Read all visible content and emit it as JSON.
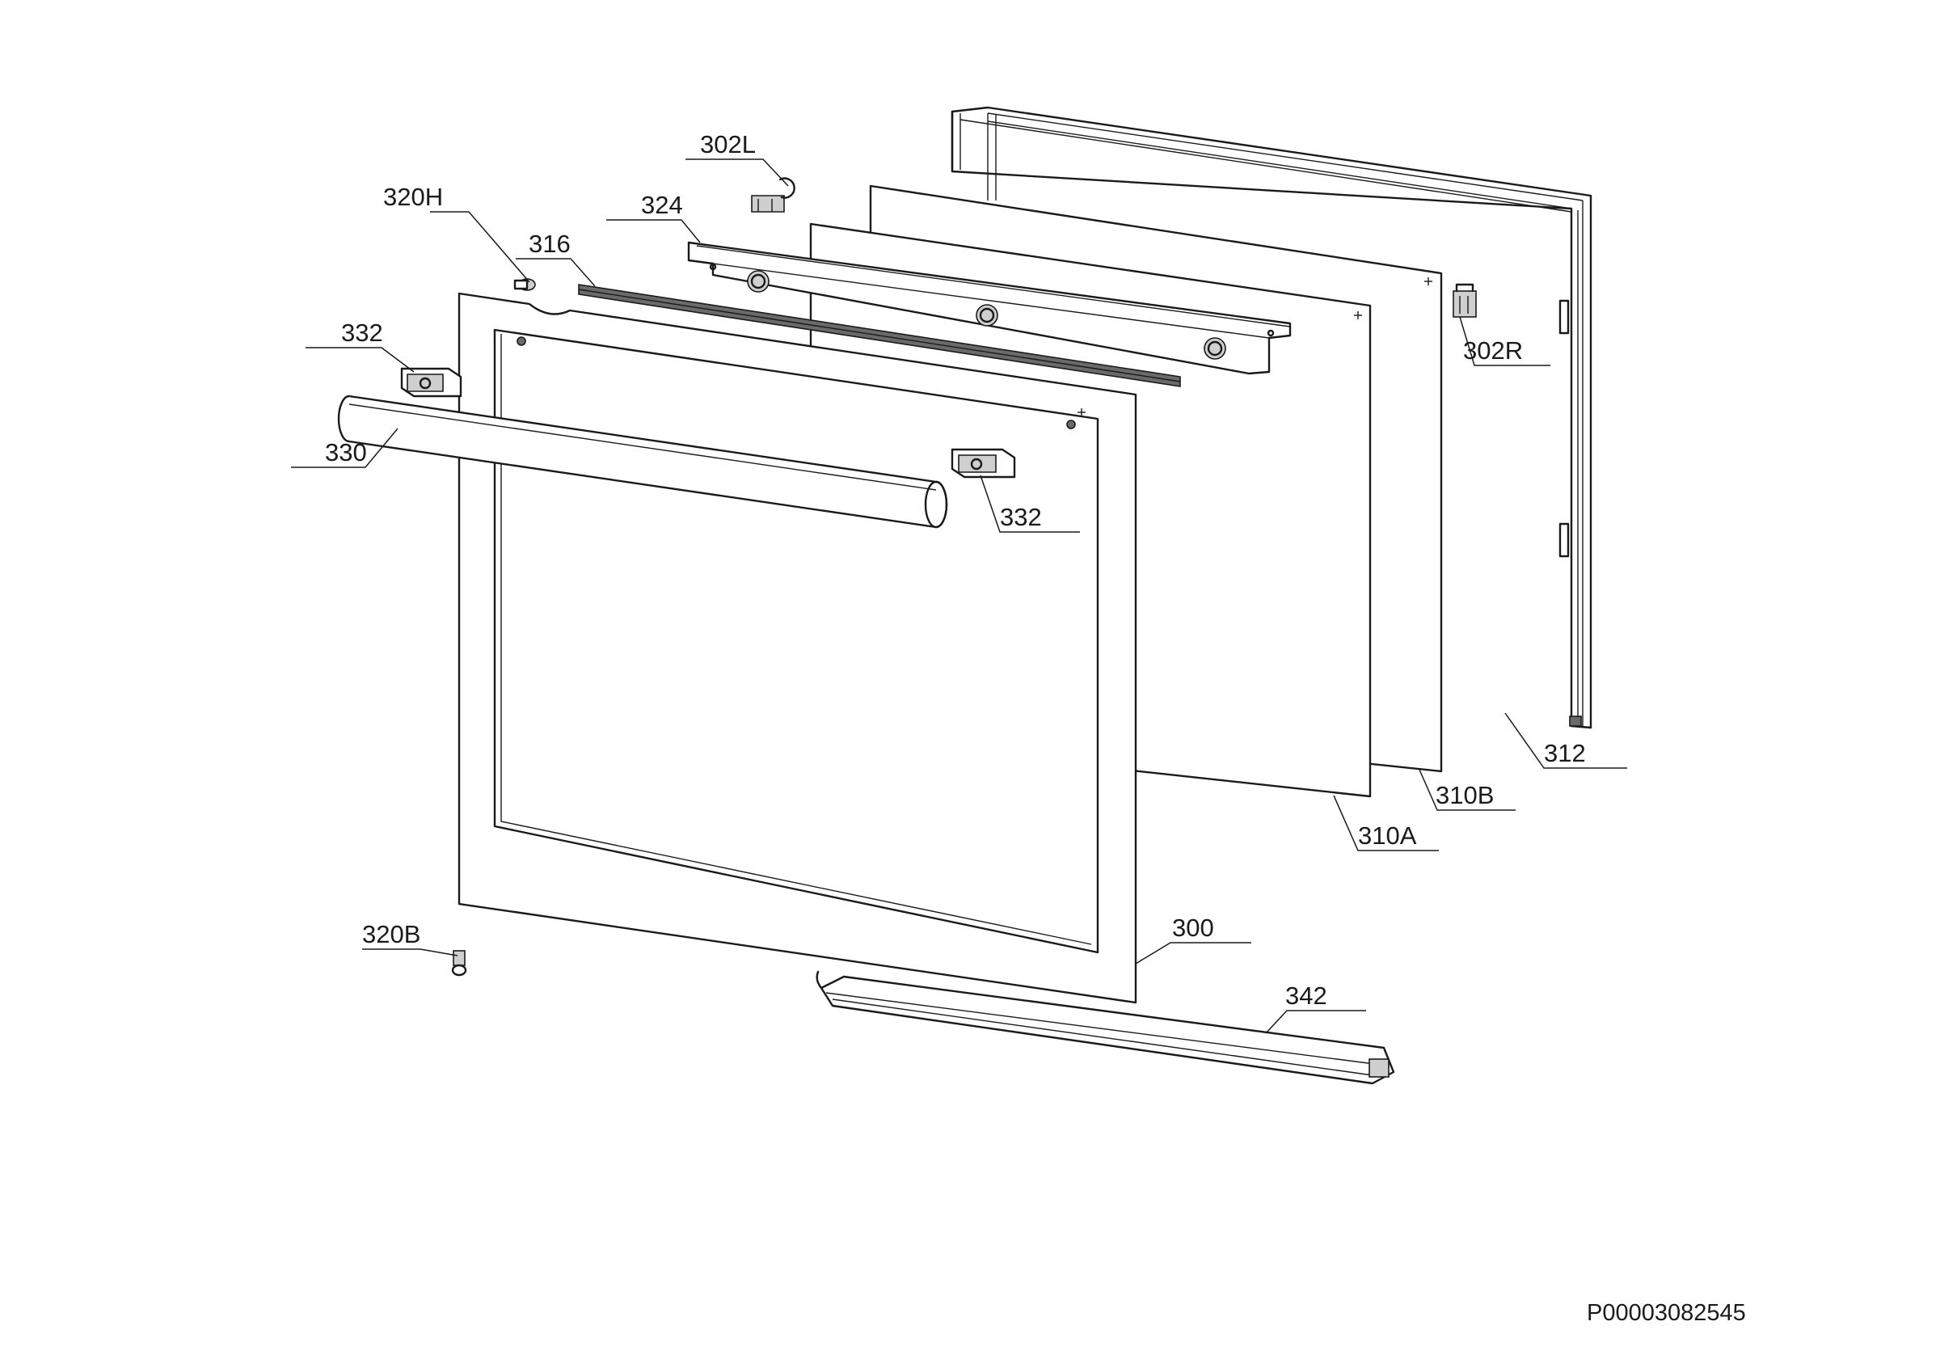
{
  "parts": [
    {
      "id": "p302L",
      "label": "302L"
    },
    {
      "id": "p320H",
      "label": "320H"
    },
    {
      "id": "p324",
      "label": "324"
    },
    {
      "id": "p316",
      "label": "316"
    },
    {
      "id": "p332a",
      "label": "332"
    },
    {
      "id": "p330",
      "label": "330"
    },
    {
      "id": "p332b",
      "label": "332"
    },
    {
      "id": "p302R",
      "label": "302R"
    },
    {
      "id": "p312",
      "label": "312"
    },
    {
      "id": "p310B",
      "label": "310B"
    },
    {
      "id": "p310A",
      "label": "310A"
    },
    {
      "id": "p300",
      "label": "300"
    },
    {
      "id": "p320B",
      "label": "320B"
    },
    {
      "id": "p342",
      "label": "342"
    }
  ],
  "document_id": "P00003082545"
}
